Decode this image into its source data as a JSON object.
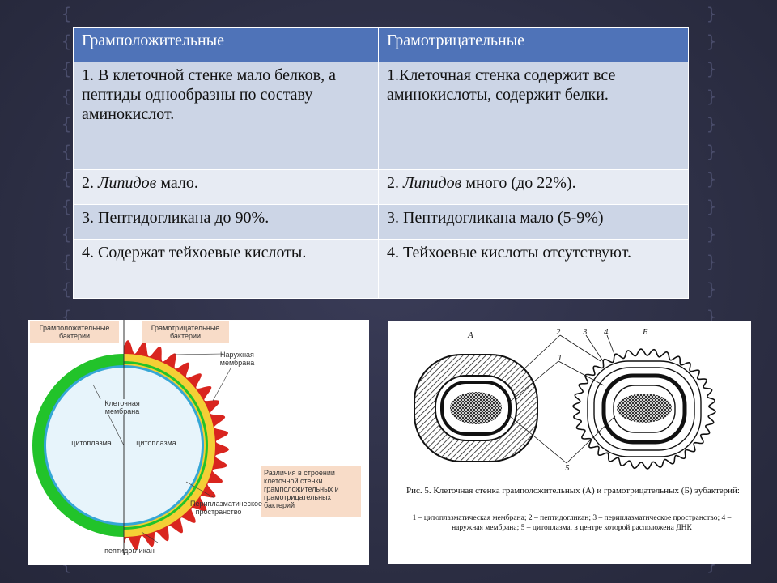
{
  "table": {
    "headers": [
      "Грамположительные",
      "Грамотрицательные"
    ],
    "rows": [
      {
        "left": "1. В клеточной стенке мало белков, а пептиды однообразны по составу аминокислот.",
        "right": "1.Клеточная стенка содержит все аминокислоты, содержит белки."
      },
      {
        "left_num": "2. ",
        "left_em": "Липидов",
        "left_rest": " мало.",
        "right_num": "2. ",
        "right_em": "Липидов",
        "right_rest": " много (до 22%)."
      },
      {
        "left": "3. Пептидогликана до 90%.",
        "right": "3. Пептидогликана мало (5-9%)"
      },
      {
        "left": "4. Содержат тейхоевые кислоты.",
        "right": "4. Тейхоевые кислоты отсутствуют."
      }
    ]
  },
  "figure_left": {
    "header_gp": "Грамположительные бактерии",
    "header_gn": "Грамотрицательные бактерии",
    "outer_membrane": "Наружная мембрана",
    "cell_membrane": "Клеточная мембрана",
    "cytoplasm_left": "цитоплазма",
    "cytoplasm_right": "цитоплазма",
    "note": "Различия в строении клеточной стенки грамположительных и грамотрицательных бактерий",
    "periplasmic": "Периплазматическое пространство",
    "peptidoglycan": "пептидогликан",
    "colors": {
      "green": "#22c32a",
      "yellow": "#f4cf35",
      "red": "#d9251f",
      "blue": "#35a6d6",
      "cytoplasm": "#e7f4fb"
    }
  },
  "figure_right": {
    "label_a": "А",
    "label_b": "Б",
    "num_1": "1",
    "num_2": "2",
    "num_3": "3",
    "num_4": "4",
    "num_5": "5",
    "caption": "Рис. 5. Клеточная стенка грамположительных (А) и грамотрицательных (Б) эубактерий:",
    "legend": "1 – цитоплазматическая мембрана; 2 – пептидогликан; 3 – периплазматическое пространство; 4 – наружная мембрана; 5 – цитоплазма, в центре которой расположена ДНК"
  }
}
